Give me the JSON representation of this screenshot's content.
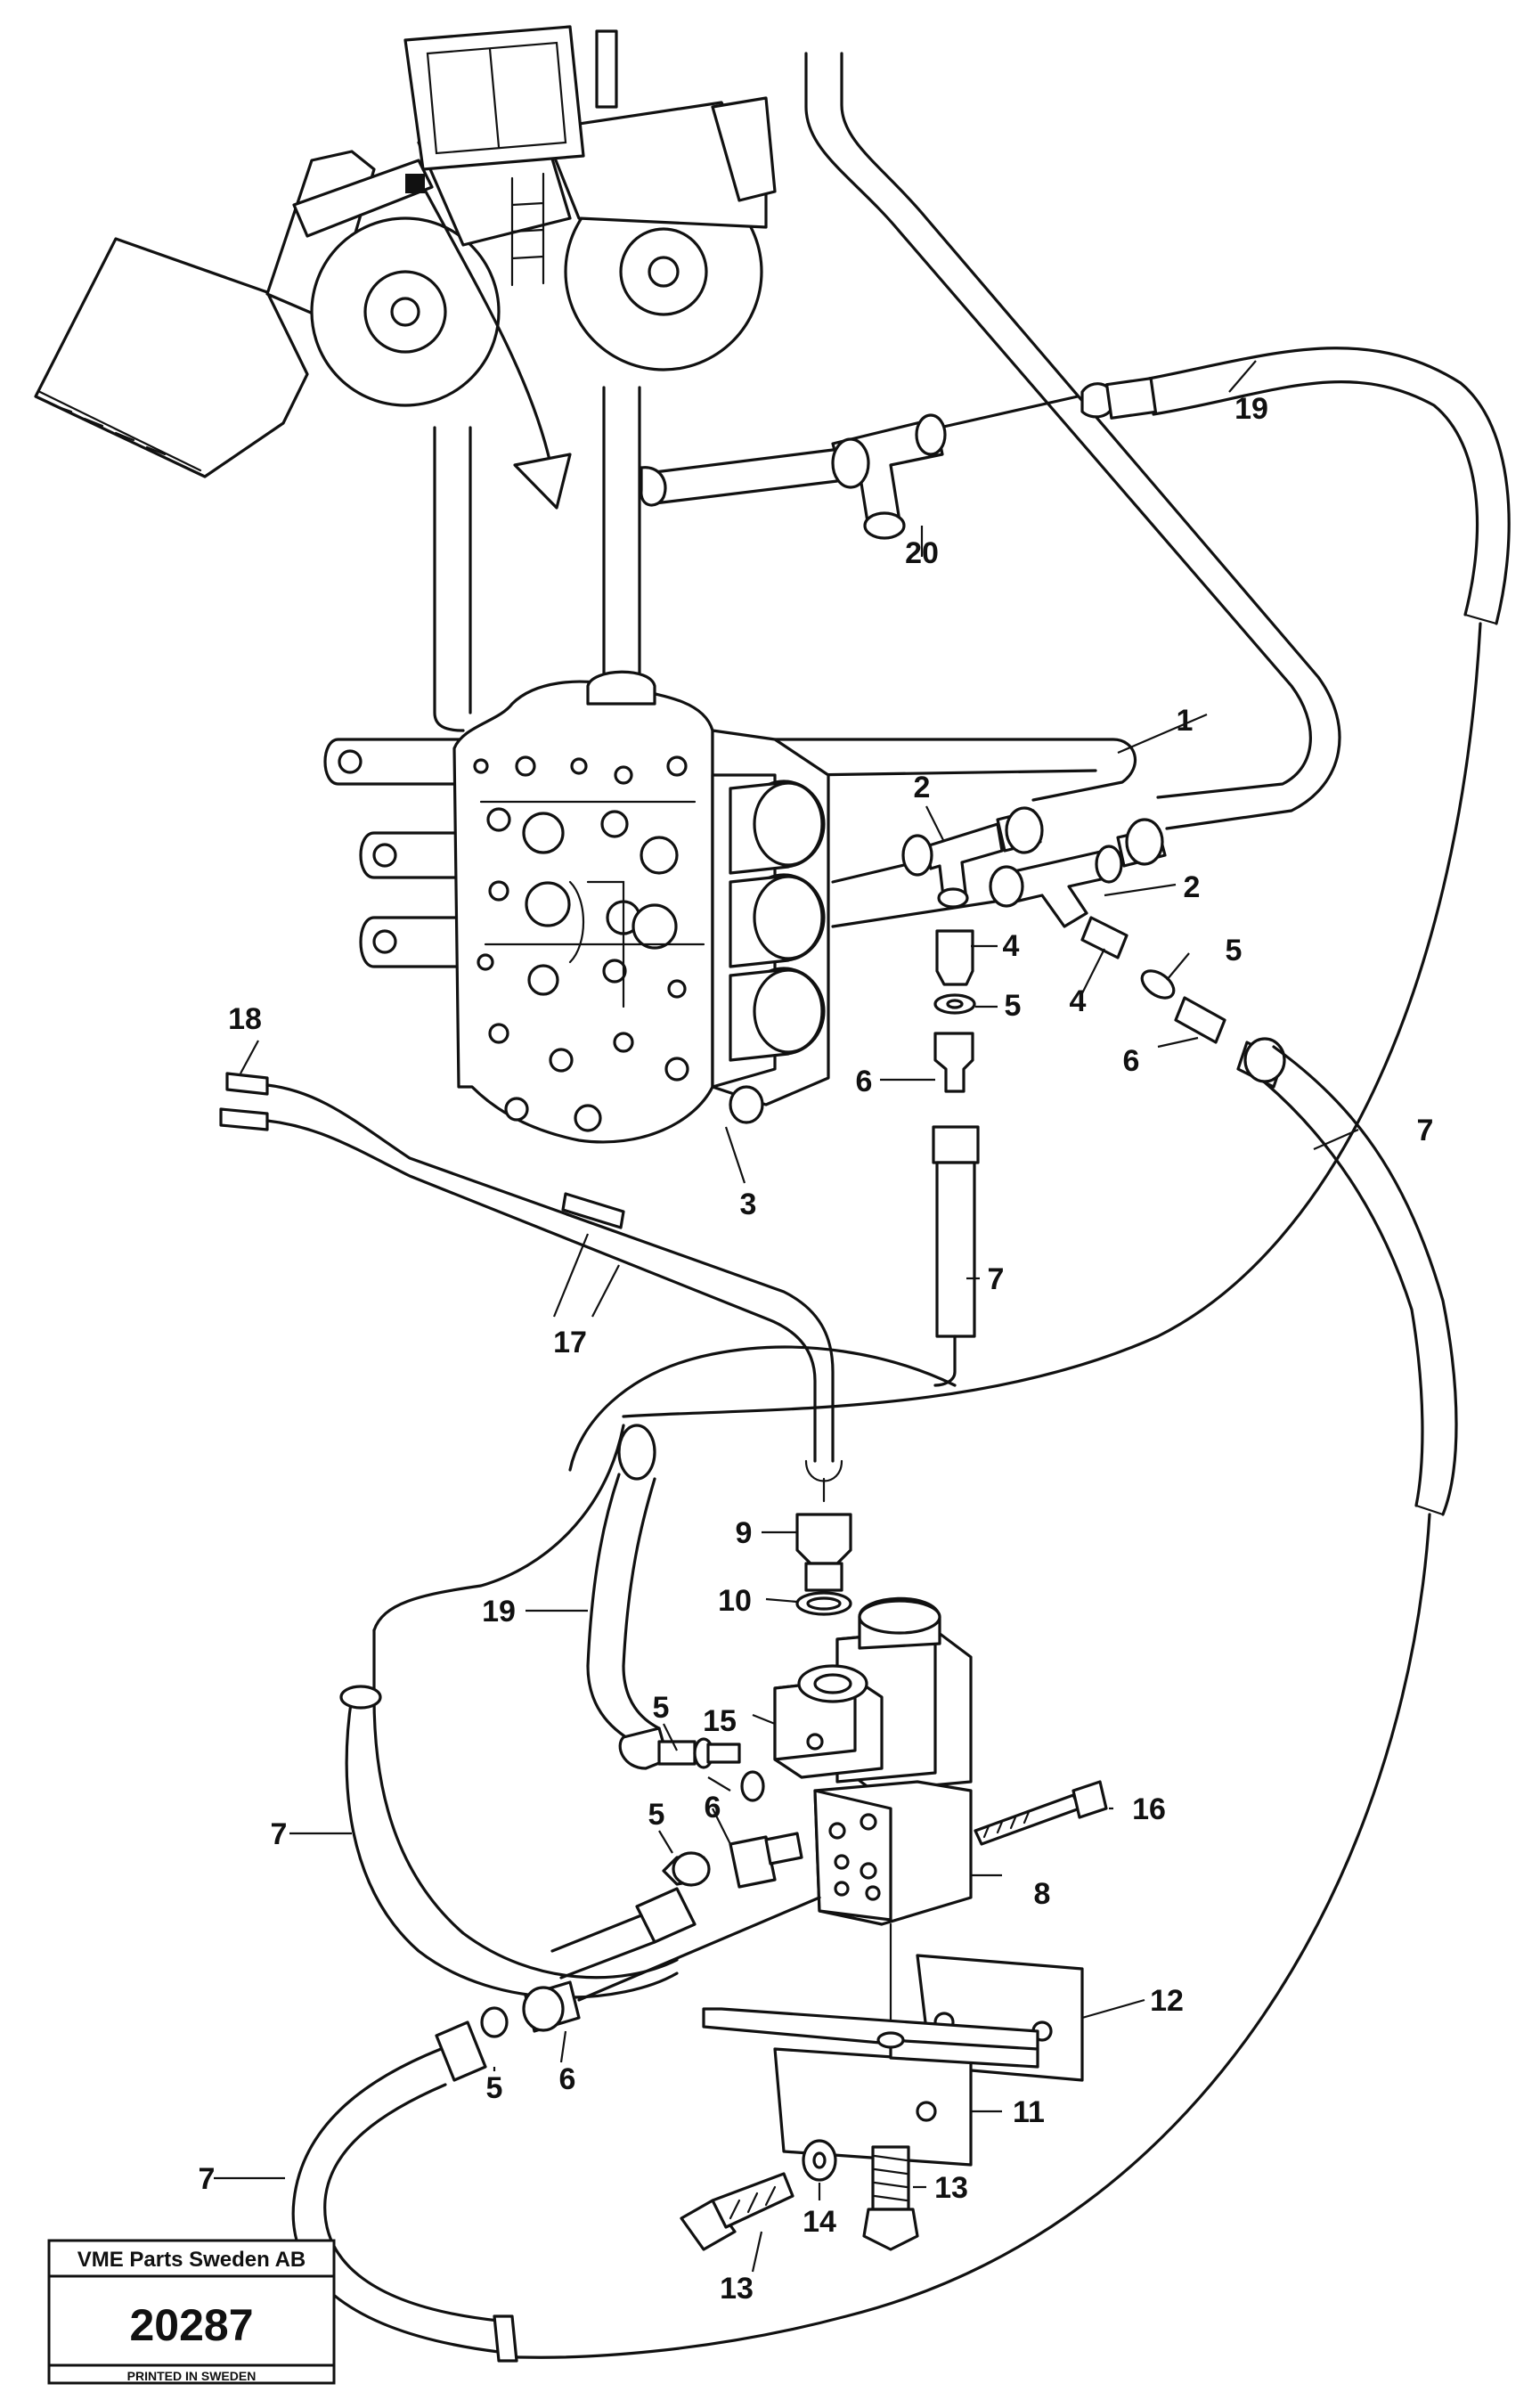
{
  "callouts": [
    {
      "id": "c1",
      "label": "1"
    },
    {
      "id": "c2a",
      "label": "2"
    },
    {
      "id": "c2b",
      "label": "2"
    },
    {
      "id": "c3",
      "label": "3"
    },
    {
      "id": "c4a",
      "label": "4"
    },
    {
      "id": "c4b",
      "label": "4"
    },
    {
      "id": "c5a",
      "label": "5"
    },
    {
      "id": "c5b",
      "label": "5"
    },
    {
      "id": "c5c",
      "label": "5"
    },
    {
      "id": "c5d",
      "label": "5"
    },
    {
      "id": "c5e",
      "label": "5"
    },
    {
      "id": "c6a",
      "label": "6"
    },
    {
      "id": "c6b",
      "label": "6"
    },
    {
      "id": "c6c",
      "label": "6"
    },
    {
      "id": "c6d",
      "label": "6"
    },
    {
      "id": "c7a",
      "label": "7"
    },
    {
      "id": "c7b",
      "label": "7"
    },
    {
      "id": "c7c",
      "label": "7"
    },
    {
      "id": "c7d",
      "label": "7"
    },
    {
      "id": "c8",
      "label": "8"
    },
    {
      "id": "c9",
      "label": "9"
    },
    {
      "id": "c10",
      "label": "10"
    },
    {
      "id": "c11",
      "label": "11"
    },
    {
      "id": "c12",
      "label": "12"
    },
    {
      "id": "c13a",
      "label": "13"
    },
    {
      "id": "c13b",
      "label": "13"
    },
    {
      "id": "c14",
      "label": "14"
    },
    {
      "id": "c15",
      "label": "15"
    },
    {
      "id": "c16",
      "label": "16"
    },
    {
      "id": "c17",
      "label": "17"
    },
    {
      "id": "c18",
      "label": "18"
    },
    {
      "id": "c19a",
      "label": "19"
    },
    {
      "id": "c19b",
      "label": "19"
    },
    {
      "id": "c20",
      "label": "20"
    }
  ],
  "stamp": {
    "company": "VME Parts Sweden AB",
    "number": "20287",
    "printed": "PRINTED IN SWEDEN"
  }
}
